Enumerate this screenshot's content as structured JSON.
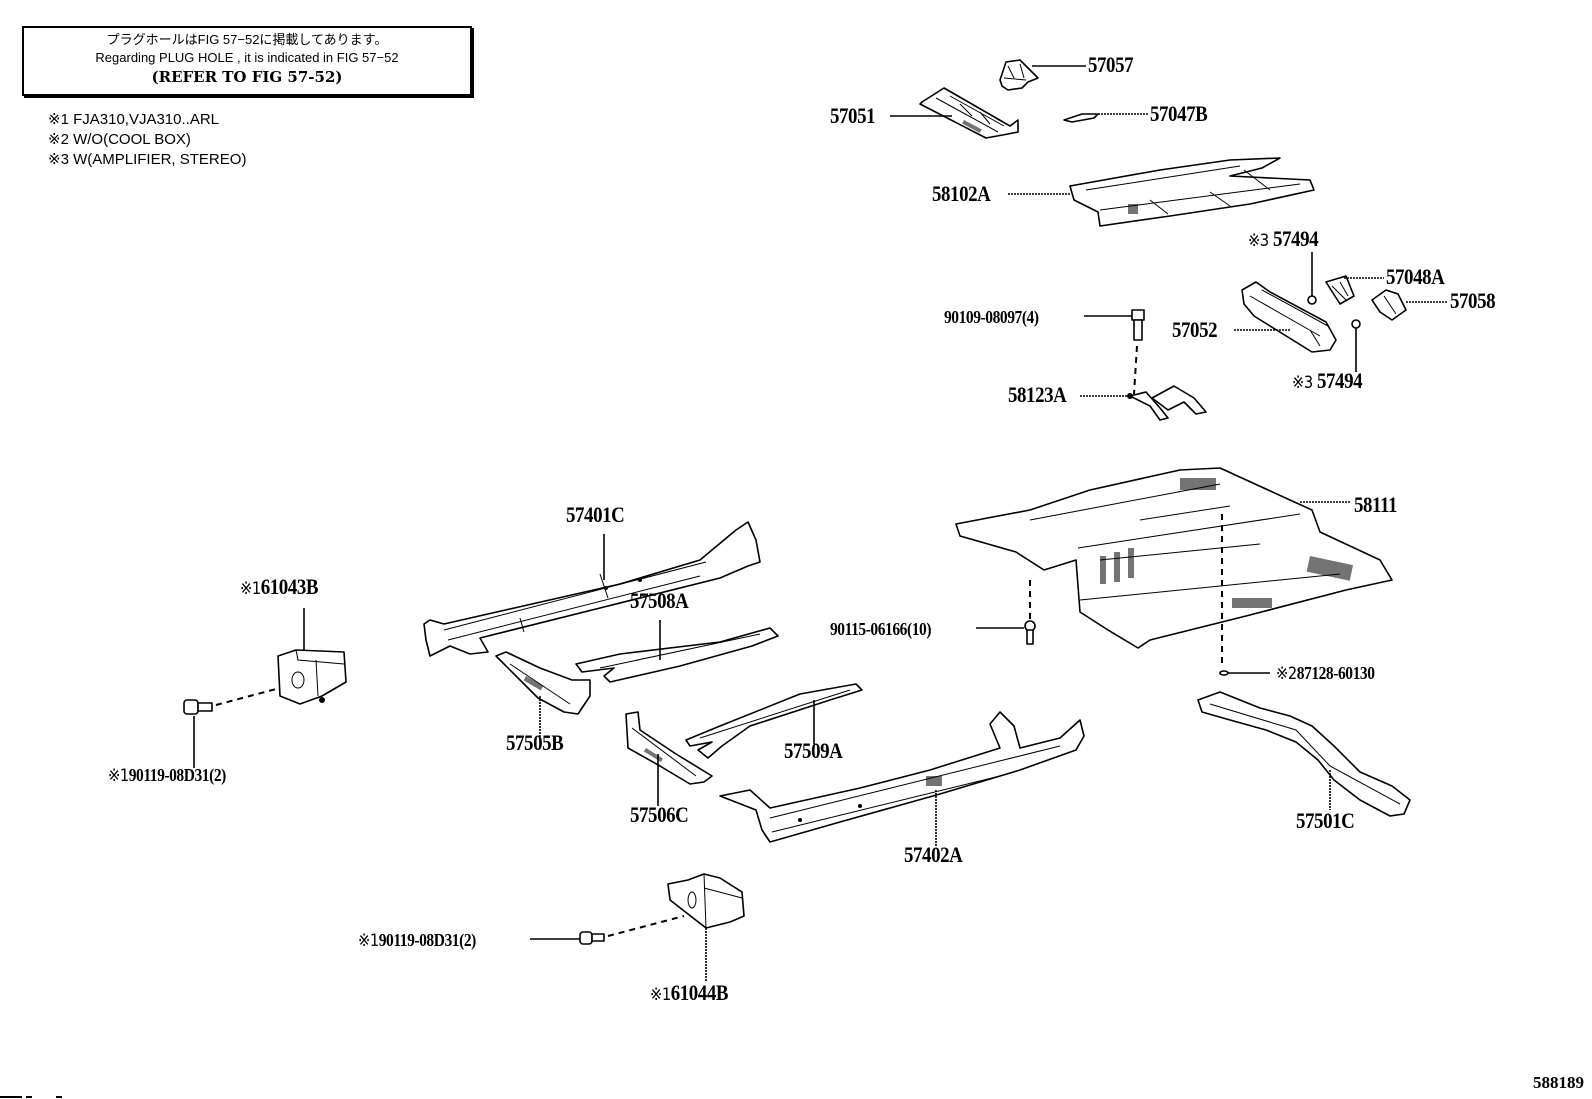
{
  "note_box": {
    "line_jp": "プラグホールはFIG 57−52に掲載してあります。",
    "line_en": "Regarding PLUG HOLE , it is indicated in FIG 57−52",
    "line_ref": "(REFER TO FIG 57-52)"
  },
  "legend": [
    {
      "mark": "※1",
      "text": "FJA310,VJA310..ARL"
    },
    {
      "mark": "※2",
      "text": "W/O(COOL BOX)"
    },
    {
      "mark": "※3",
      "text": "W(AMPLIFIER, STEREO)"
    }
  ],
  "parts": {
    "p57057": {
      "number": "57057"
    },
    "p57051": {
      "number": "57051"
    },
    "p57047B": {
      "number": "57047B"
    },
    "p58102A": {
      "number": "58102A"
    },
    "p57494_top": {
      "mark": "※3",
      "number": "57494"
    },
    "p57048A": {
      "number": "57048A"
    },
    "p57058": {
      "number": "57058"
    },
    "p90109": {
      "number": "90109-08097(4)"
    },
    "p57052": {
      "number": "57052"
    },
    "p57494_bottom": {
      "mark": "※3",
      "number": "57494"
    },
    "p58123A": {
      "number": "58123A"
    },
    "p58111": {
      "number": "58111"
    },
    "p90115": {
      "number": "90115-06166(10)"
    },
    "p87128": {
      "mark": "※2",
      "number": "87128-60130"
    },
    "p57401C": {
      "number": "57401C"
    },
    "p57508A": {
      "number": "57508A"
    },
    "p57505B": {
      "number": "57505B"
    },
    "p57509A": {
      "number": "57509A"
    },
    "p57506C": {
      "number": "57506C"
    },
    "p57402A": {
      "number": "57402A"
    },
    "p57501C": {
      "number": "57501C"
    },
    "p61043B": {
      "mark": "※1",
      "number": "61043B"
    },
    "p90119_top": {
      "mark": "※1",
      "number": "90119-08D31(2)"
    },
    "p90119_bottom": {
      "mark": "※1",
      "number": "90119-08D31(2)"
    },
    "p61044B": {
      "mark": "※1",
      "number": "61044B"
    }
  },
  "figure_number": "588189"
}
